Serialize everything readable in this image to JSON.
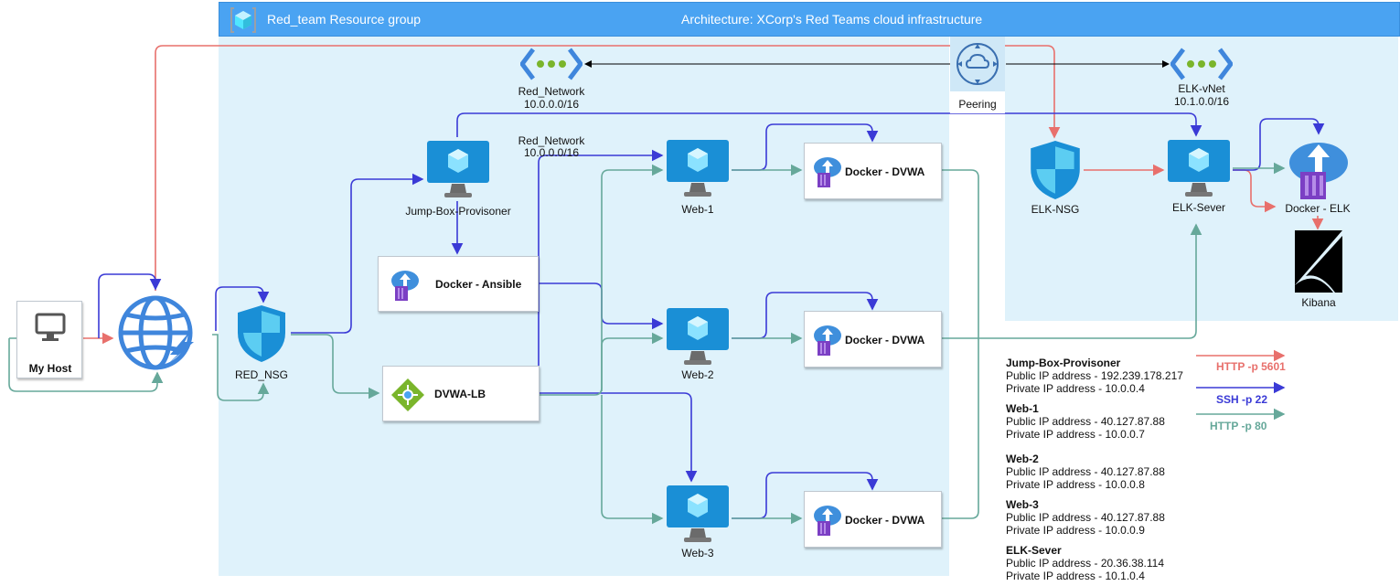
{
  "header": {
    "resource_group": "Red_team Resource group",
    "architecture": "Architecture: XCorp's Red Teams cloud infrastructure"
  },
  "nodes": {
    "my_host": "My Host",
    "red_nsg": "RED_NSG",
    "jump_box": "Jump-Box-Provisoner",
    "docker_ansible": "Docker - Ansible",
    "dvwa_lb": "DVWA-LB",
    "web1": "Web-1",
    "web2": "Web-2",
    "web3": "Web-3",
    "docker_dvwa": "Docker - DVWA",
    "red_network_top_name": "Red_Network",
    "red_network_top_cidr": "10.0.0.0/16",
    "red_network_mid_name": "Red_Network",
    "red_network_mid_cidr": "10.0.0.0/16",
    "peering": "Peering",
    "elk_vnet_name": "ELK-vNet",
    "elk_vnet_cidr": "10.1.0.0/16",
    "elk_nsg": "ELK-NSG",
    "elk_server": "ELK-Sever",
    "docker_elk": "Docker - ELK",
    "kibana": "Kibana"
  },
  "legend": {
    "http_5601": "HTTP -p 5601",
    "ssh_22": "SSH -p 22",
    "http_80": "HTTP -p 80"
  },
  "colors": {
    "http_5601": "#e8706c",
    "ssh_22": "#3a3ad6",
    "http_80": "#66a89a"
  },
  "info": [
    {
      "title": "Jump-Box-Provisoner",
      "public": "Public IP address - 192.239.178.217",
      "private": "Private IP address - 10.0.0.4"
    },
    {
      "title": "Web-1",
      "public": "Public IP address - 40.127.87.88",
      "private": "Private IP address - 10.0.0.7"
    },
    {
      "title": "Web-2",
      "public": "Public IP address - 40.127.87.88",
      "private": "Private IP address - 10.0.0.8"
    },
    {
      "title": "Web-3",
      "public": "Public IP address - 40.127.87.88",
      "private": "Private IP address - 10.0.0.9"
    },
    {
      "title": "ELK-Sever",
      "public": "Public IP address - 20.36.38.114",
      "private": "Private IP address - 10.1.0.4"
    }
  ]
}
